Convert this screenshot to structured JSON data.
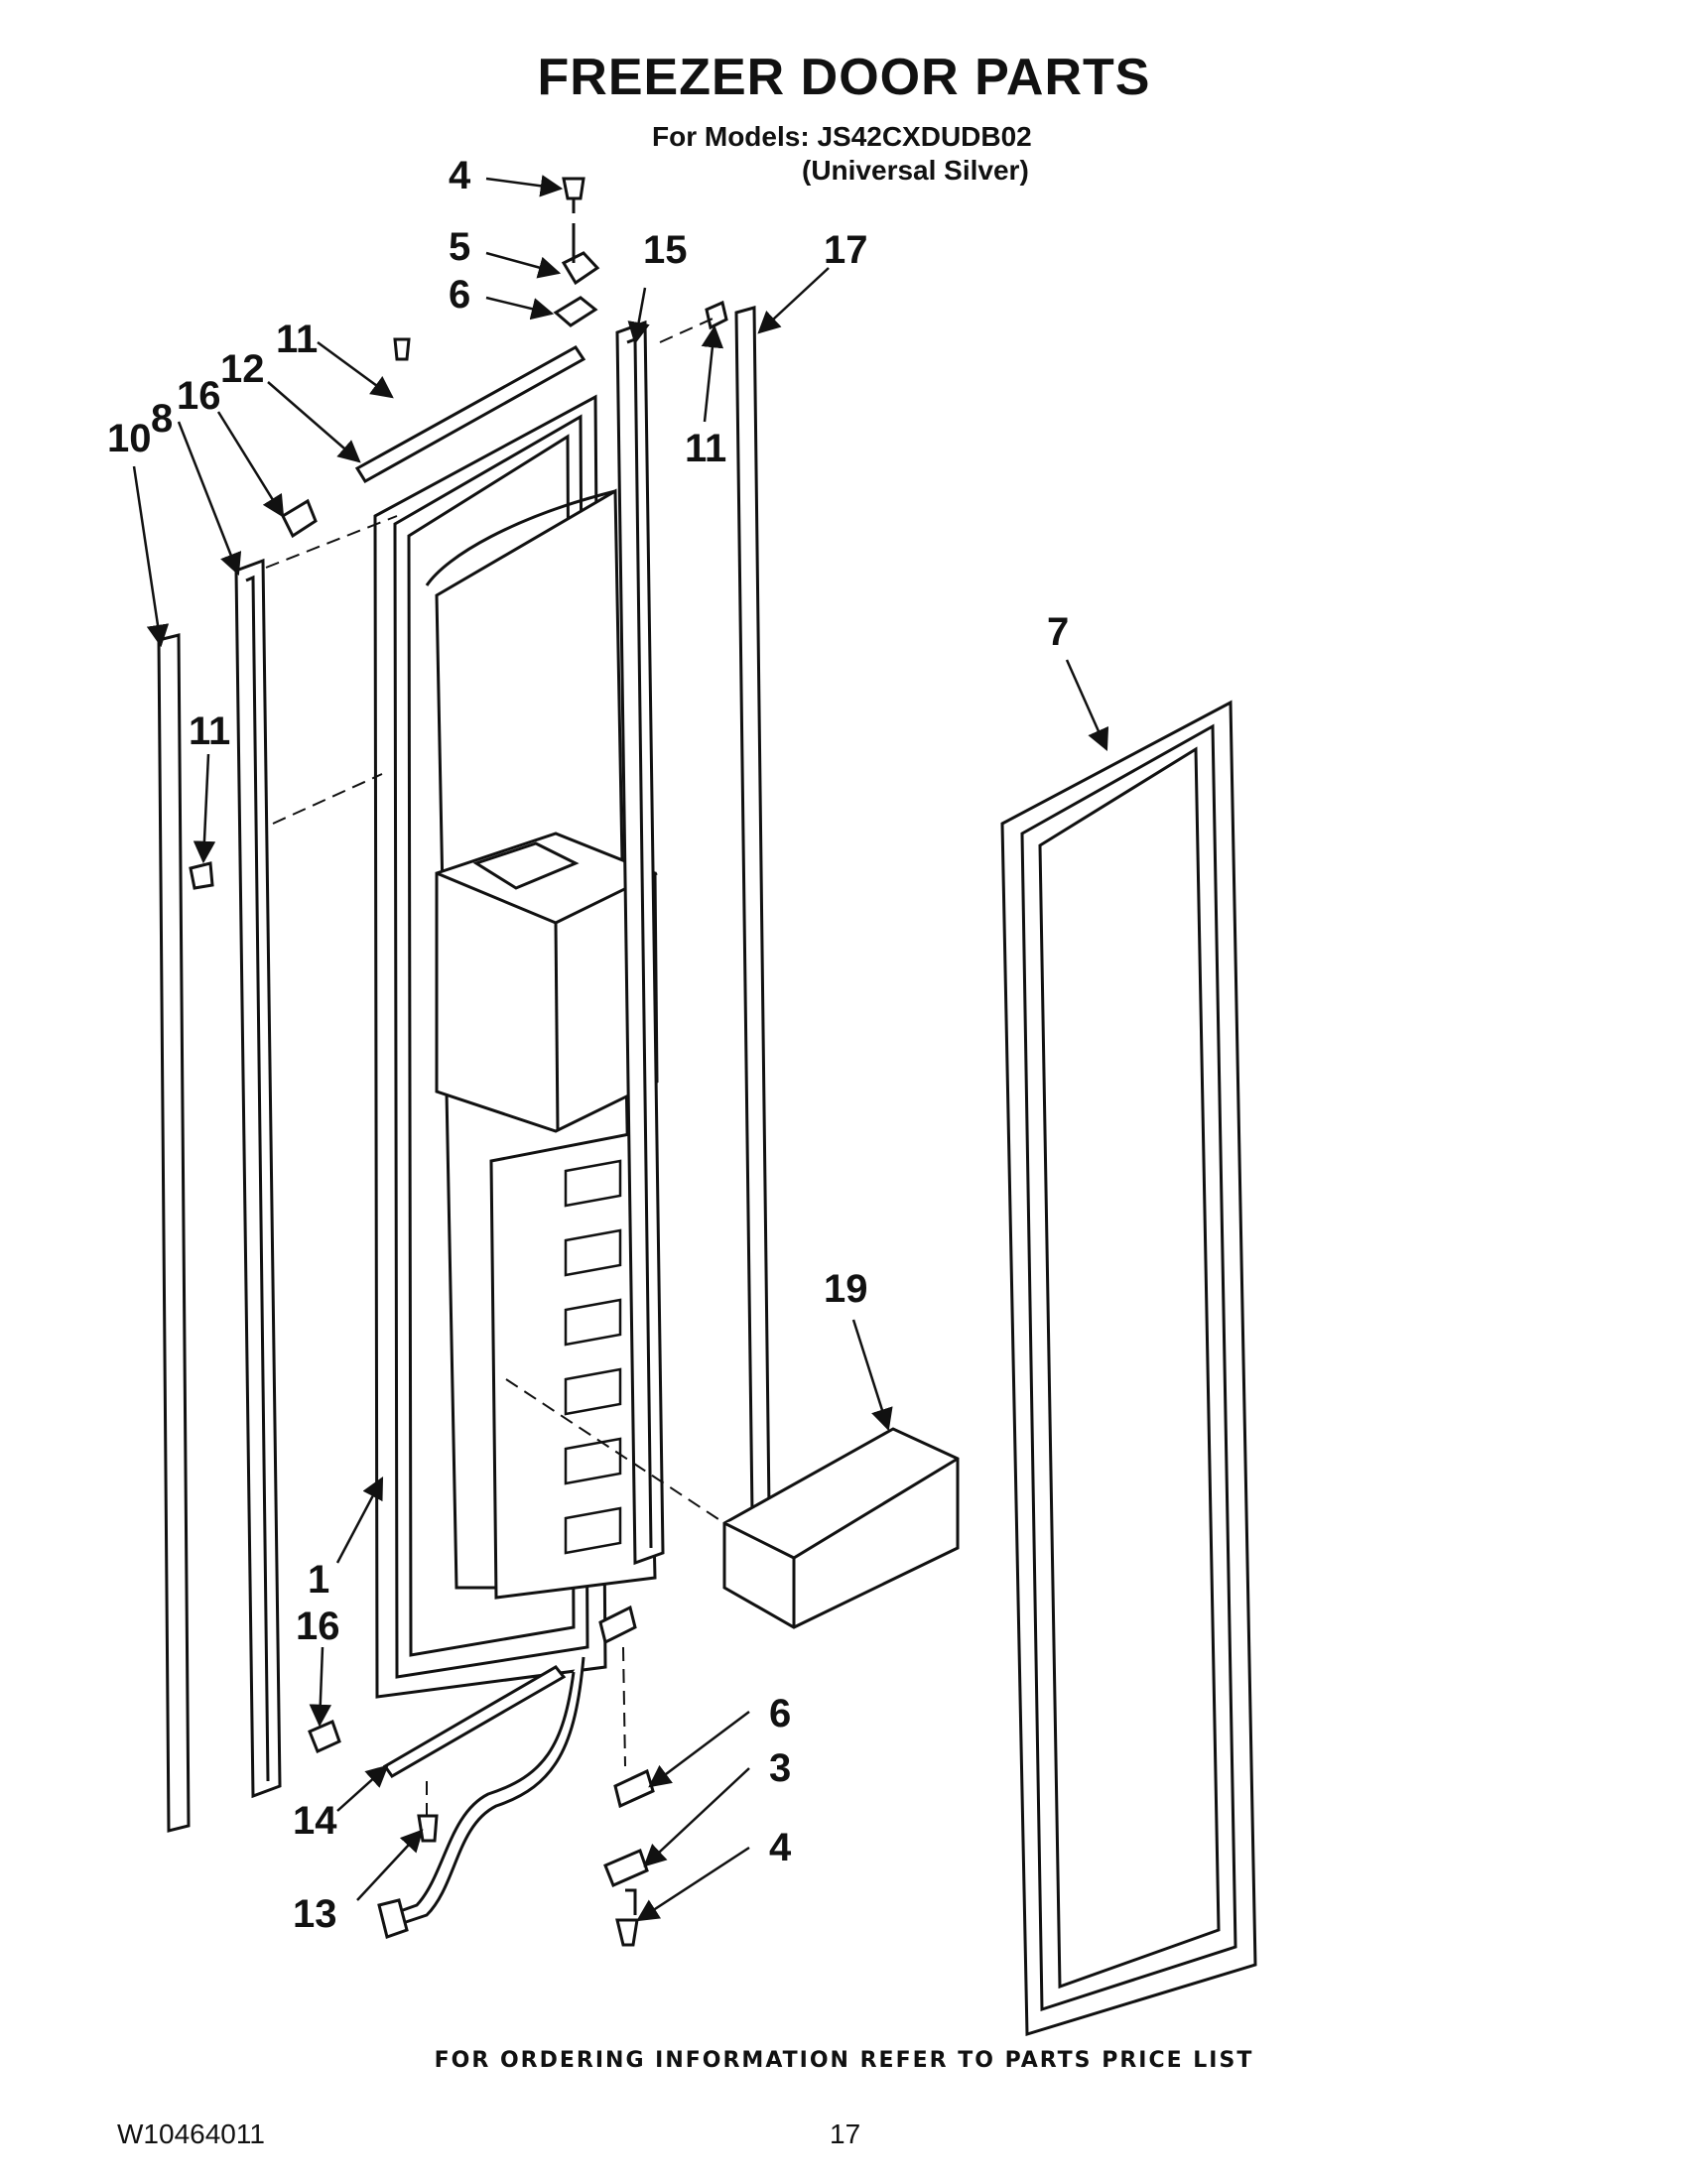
{
  "header": {
    "title": "FREEZER DOOR PARTS",
    "models_line": "For Models: JS42CXDUDB02",
    "variant_line": "(Universal Silver)"
  },
  "callouts": {
    "c4_top": "4",
    "c5": "5",
    "c6_top": "6",
    "c15": "15",
    "c17": "17",
    "c11_a": "11",
    "c12": "12",
    "c16_top": "16",
    "c8": "8",
    "c10": "10",
    "c11_right": "11",
    "c11_left": "11",
    "c7": "7",
    "c19": "19",
    "c1": "1",
    "c16_bottom": "16",
    "c6_bottom": "6",
    "c3": "3",
    "c14": "14",
    "c4_bottom": "4",
    "c13": "13"
  },
  "footer": {
    "ordering_note": "FOR ORDERING INFORMATION REFER TO PARTS PRICE LIST",
    "doc_number": "W10464011",
    "page_number": "17"
  }
}
